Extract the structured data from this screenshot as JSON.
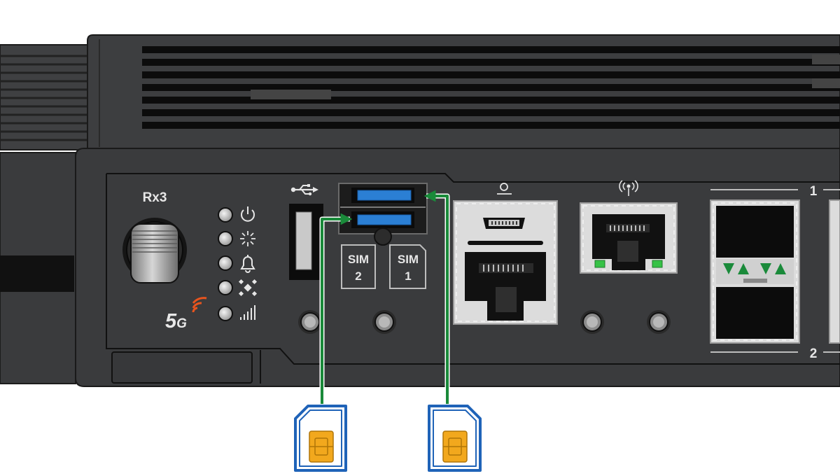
{
  "device": {
    "antenna_label": "Rx3",
    "network_badge": "5G",
    "network_badge_big": "5",
    "network_badge_small": "G",
    "status_leds": [
      {
        "icon": "power-icon"
      },
      {
        "icon": "activity-burst-icon"
      },
      {
        "icon": "alert-bell-icon"
      },
      {
        "icon": "satellite-icon"
      },
      {
        "icon": "signal-strength-icon"
      }
    ],
    "usb_icon": "usb-icon",
    "sim_slots": [
      {
        "label_top": "SIM",
        "label_bottom": "2"
      },
      {
        "label_top": "SIM",
        "label_bottom": "1"
      }
    ],
    "console_icon": "console-person-icon",
    "wan_icon": "wireless-antenna-icon",
    "sfp_labels": {
      "top": "1",
      "bottom": "2"
    }
  },
  "colors": {
    "chassis": "#3a3b3d",
    "arrow": "#1a8a3a",
    "usb3_blue": "#2b7fd4",
    "sim_card_blue": "#1f63b8",
    "sim_chip": "#f2a81d",
    "led_green": "#36c246",
    "accent_5g": "#e8541e"
  }
}
